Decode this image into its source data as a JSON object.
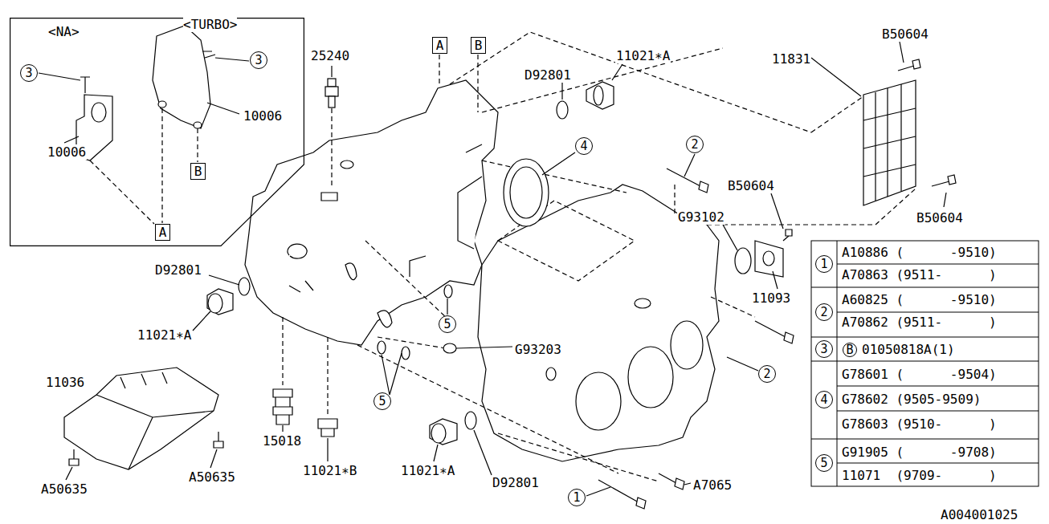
{
  "diagram": {
    "nodes": [
      {
        "text": [
          "<NA>",
          "<TURBO>"
        ]
      },
      {
        "text": [
          "3"
        ],
        "in": 0
      },
      {
        "text": [
          "3"
        ],
        "in": 0
      },
      {
        "text": [
          "B"
        ],
        "in": 0
      },
      {
        "text": [
          "A"
        ],
        "in": 0
      },
      {
        "text": [
          "A"
        ]
      },
      {
        "text": [
          "B"
        ]
      },
      {
        "text": [
          "4"
        ]
      },
      {
        "text": [
          "2"
        ]
      },
      {
        "text": [
          "5"
        ]
      },
      {
        "text": [
          "2"
        ]
      },
      {
        "text": [
          "5"
        ]
      },
      {
        "text": [
          "1"
        ]
      },
      {
        "text": [
          "1"
        ]
      },
      {
        "text": [
          "2"
        ]
      },
      {
        "text": [
          "3"
        ]
      },
      {
        "text": [
          "4"
        ]
      },
      {
        "text": [
          "5"
        ]
      },
      {
        "text": [
          "B"
        ]
      }
    ],
    "labels": [
      "10006",
      "10006",
      "25240",
      "D92801",
      "11021∗A",
      "11831",
      "B50604",
      "B50604",
      "B50604",
      "G93102",
      "11093",
      "G93203",
      "D92801",
      "11021∗A",
      "11036",
      "A50635",
      "A50635",
      "15018",
      "11021∗B",
      "11021∗A",
      "D92801",
      "A7065",
      "A10886 (      -9510)",
      "A70863 (9511-      )",
      "A60825 (      -9510)",
      "A70862 (9511-      )",
      "01050818A(1)",
      "G78601 (      -9504)",
      "G78602 (9505-9509)",
      "G78603 (9510-      )",
      "G91905 (      -9708)",
      "11071  (9709-      )",
      "A004001025"
    ]
  }
}
